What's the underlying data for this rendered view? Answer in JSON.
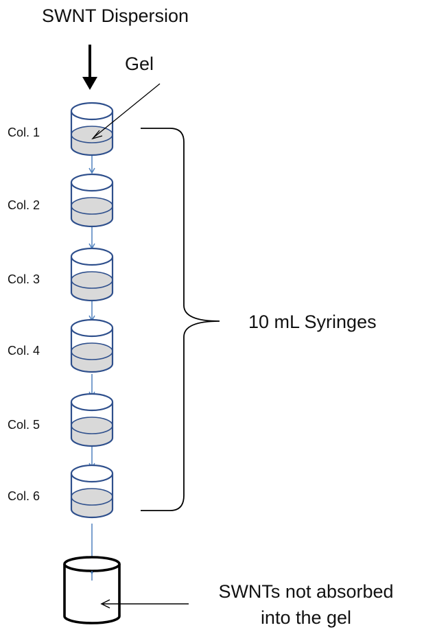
{
  "diagram": {
    "title": "SWNT Dispersion",
    "gel_label": "Gel",
    "syringes_label": "10 mL Syringes",
    "waste_label": {
      "line1": "SWNTs not absorbed",
      "line2": "into the gel"
    },
    "columns": [
      {
        "label": "Col. 1"
      },
      {
        "label": "Col. 2"
      },
      {
        "label": "Col. 3"
      },
      {
        "label": "Col. 4"
      },
      {
        "label": "Col. 5"
      },
      {
        "label": "Col. 6"
      }
    ],
    "colors": {
      "column_outline": "#2e4f8c",
      "gel_fill": "#d9d9d9",
      "connector": "#4f81bd",
      "text": "#111111",
      "line": "#000000"
    },
    "icons": [
      "down-arrow-icon",
      "column-cylinder-icon",
      "beaker-icon"
    ]
  }
}
